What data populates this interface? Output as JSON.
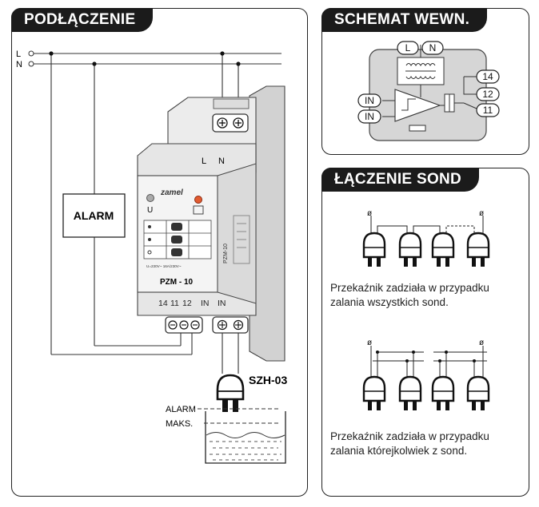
{
  "panels": {
    "connection": {
      "title": "PODŁĄCZENIE"
    },
    "internal": {
      "title": "SCHEMAT WEWN."
    },
    "probes": {
      "title": "ŁĄCZENIE SOND"
    }
  },
  "wiring": {
    "line_l": "L",
    "line_n": "N",
    "alarm_box": "ALARM",
    "sensor_model": "SZH-03",
    "level_alarm": "ALARM",
    "level_max": "MAKS."
  },
  "device": {
    "brand": "zamel",
    "model": "PZM - 10",
    "side_model": "PZM-10",
    "top_terminals": [
      "L",
      "N"
    ],
    "bottom_terminals": [
      "14",
      "11",
      "12",
      "IN",
      "IN"
    ],
    "led_left": "U",
    "rating": "U=230V~ 16A/230V~"
  },
  "internal": {
    "pins": [
      "L",
      "N",
      "IN",
      "IN",
      "14",
      "12",
      "11"
    ]
  },
  "probes": {
    "series_caption": "Przekaźnik zadziała w przypadku zalania wszystkich sond.",
    "parallel_caption": "Przekaźnik zadziała w przypadku zalania którejkolwiek z sond."
  },
  "colors": {
    "header_bg": "#1b1b1b",
    "inner_panel": "#d6d6d6",
    "device_body": "#e6e6e6"
  }
}
